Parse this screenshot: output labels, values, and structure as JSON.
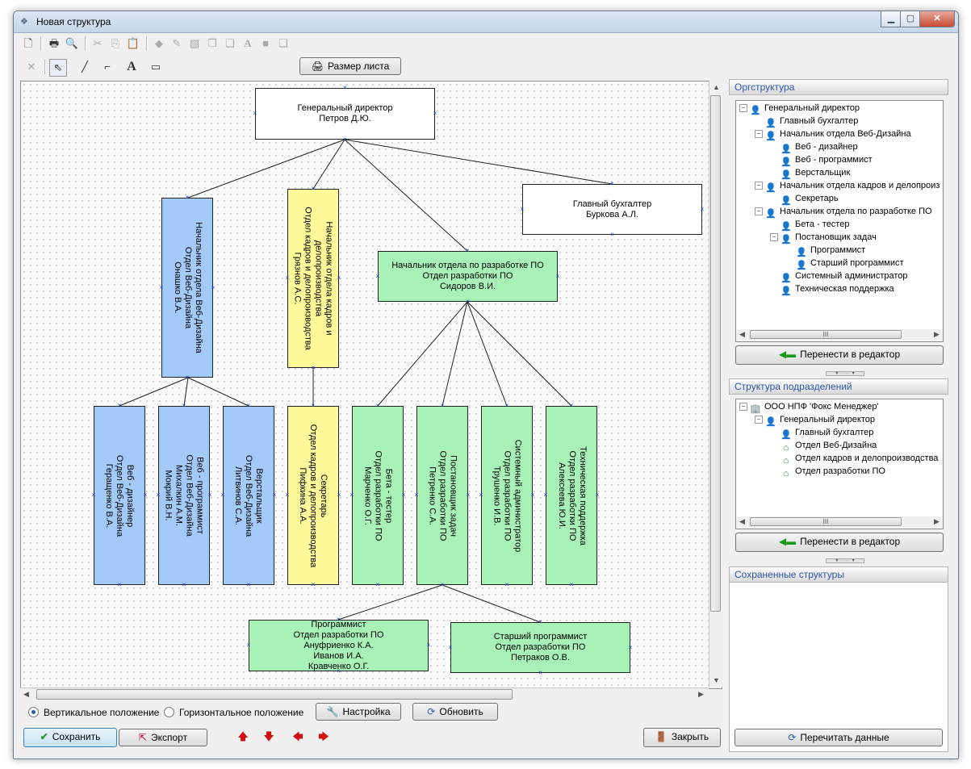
{
  "window": {
    "title": "Новая структура",
    "min_label": "▁",
    "max_label": "▢",
    "close_label": "✕"
  },
  "toolbar": {
    "page_size_label": "Размер листа"
  },
  "org_chart": {
    "nodes": [
      {
        "id": "gen_dir",
        "lines": [
          "Генеральный директор",
          "Петров Д.Ю."
        ]
      },
      {
        "id": "web_head",
        "lines": [
          "Начальник отдела Веб-Дизайна",
          "Отдел Веб-Дизайна",
          "Онашко В.А."
        ]
      },
      {
        "id": "hr_head",
        "lines": [
          "Начальник отдела кадров и",
          "делопроизводства",
          "Отдел кадров и делопроизводства",
          "Грязнов А.С."
        ]
      },
      {
        "id": "acc",
        "lines": [
          "Главный бухгалтер",
          "Буркова А.Л."
        ]
      },
      {
        "id": "po_head",
        "lines": [
          "Начальник отдела по разработке ПО",
          "Отдел разработки ПО",
          "Сидоров В.И."
        ]
      },
      {
        "id": "web_des",
        "lines": [
          "Веб - дизайнер",
          "Отдел Веб-Дизайна",
          "Геращенко В.А."
        ]
      },
      {
        "id": "web_prog",
        "lines": [
          "Веб - программист",
          "Отдел Веб-Дизайна",
          "Михалкин А.М.",
          "Мокрий В.Н."
        ]
      },
      {
        "id": "verst",
        "lines": [
          "Верстальщик",
          "Отдел Веб-Дизайна",
          "Литвинов С.А."
        ]
      },
      {
        "id": "secr",
        "lines": [
          "Секретарь",
          "Отдел кадров и делопроизводства",
          "Пифкина А.А."
        ]
      },
      {
        "id": "beta",
        "lines": [
          "Бета - тестер",
          "Отдел разработки ПО",
          "Марченко О.Г."
        ]
      },
      {
        "id": "postan",
        "lines": [
          "Постановщик задач",
          "Отдел разработки ПО",
          "Петренко С.А."
        ]
      },
      {
        "id": "sysadm",
        "lines": [
          "Системный администратор",
          "Отдел разработки ПО",
          "Трушенко И.В."
        ]
      },
      {
        "id": "tech",
        "lines": [
          "Техническая поддержка",
          "Отдел разработки ПО",
          "Алексеева Ю.И."
        ]
      },
      {
        "id": "prog",
        "lines": [
          "Программист",
          "Отдел разработки ПО",
          "Ануфриенко К.А.",
          "Иванов И.А.",
          "Кравченко О.Г."
        ]
      },
      {
        "id": "sr_prog",
        "lines": [
          "Старший программист",
          "Отдел разработки ПО",
          "Петраков О.В."
        ]
      }
    ]
  },
  "bottom": {
    "vertical_label": "Вертикальное положение",
    "horizontal_label": "Горизонтальное положение",
    "settings_label": "Настройка",
    "refresh_label": "Обновить",
    "save_label": "Сохранить",
    "export_label": "Экспорт",
    "close_label": "Закрыть"
  },
  "orgstructure": {
    "title": "Оргструктура",
    "items": [
      "Генеральный директор",
      "Главный бухгалтер",
      "Начальник отдела Веб-Дизайна",
      "Веб - дизайнер",
      "Веб - программист",
      "Верстальщик",
      "Начальник отдела кадров и делопроиз",
      "Секретарь",
      "Начальник отдела по разработке ПО",
      "Бета - тестер",
      "Постановщик задач",
      "Программист",
      "Старший программист",
      "Системный администратор",
      "Техническая поддержка"
    ],
    "transfer_label": "Перенести в редактор",
    "scroll_label": "III"
  },
  "subdivisions": {
    "title": "Структура подразделений",
    "items": [
      "ООО НПФ 'Фокс Менеджер'",
      "Генеральный директор",
      "Главный бухгалтер",
      "Отдел Веб-Дизайна",
      "Отдел кадров и делопроизводства",
      "Отдел разработки ПО"
    ],
    "transfer_label": "Перенести в редактор",
    "scroll_label": "III"
  },
  "saved": {
    "title": "Сохраненные структуры",
    "reread_label": "Перечитать данные"
  },
  "colors": {
    "blue": "#a4cafa",
    "yellow": "#fffa99",
    "green": "#a8f2b8",
    "accent": "#2d57a6"
  }
}
